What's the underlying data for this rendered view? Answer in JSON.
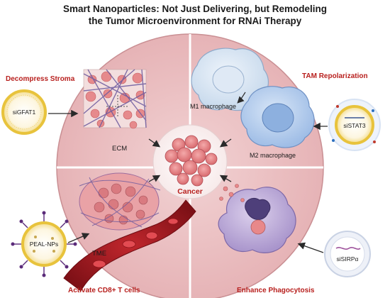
{
  "title": {
    "line1": "Smart Nanoparticles: Not Just Delivering, but Remodeling",
    "line2": "the Tumor Microenvironment for RNAi Therapy"
  },
  "quadrants": {
    "top_left": {
      "heading": "Decompress Stroma",
      "nanoparticle": "siGFAT1",
      "label": "ECM"
    },
    "top_right": {
      "heading": "TAM Repolarization",
      "nanoparticle": "siSTAT3",
      "label_m1": "M1 macrophage",
      "label_m2": "M2 macrophage"
    },
    "bottom_left": {
      "heading": "Activate CD8+ T cells",
      "nanoparticle": "PEAL-NPs",
      "label": "TME"
    },
    "bottom_right": {
      "heading": "Enhance Phagocytosis",
      "nanoparticle": "siSIRPα"
    }
  },
  "center": {
    "label": "Cancer"
  },
  "colors": {
    "heading_red": "#b8201e",
    "circle_fill": "#ecc1c3",
    "circle_edge": "#c98f93",
    "divider": "#ffffff",
    "cancer_cell": "#e8888a",
    "m1_cell": "#d9e7f3",
    "m2_cell": "#c3d6ef",
    "phagocyte": "#c9b9de",
    "nanoparticle_ring": "#e8c33c"
  }
}
